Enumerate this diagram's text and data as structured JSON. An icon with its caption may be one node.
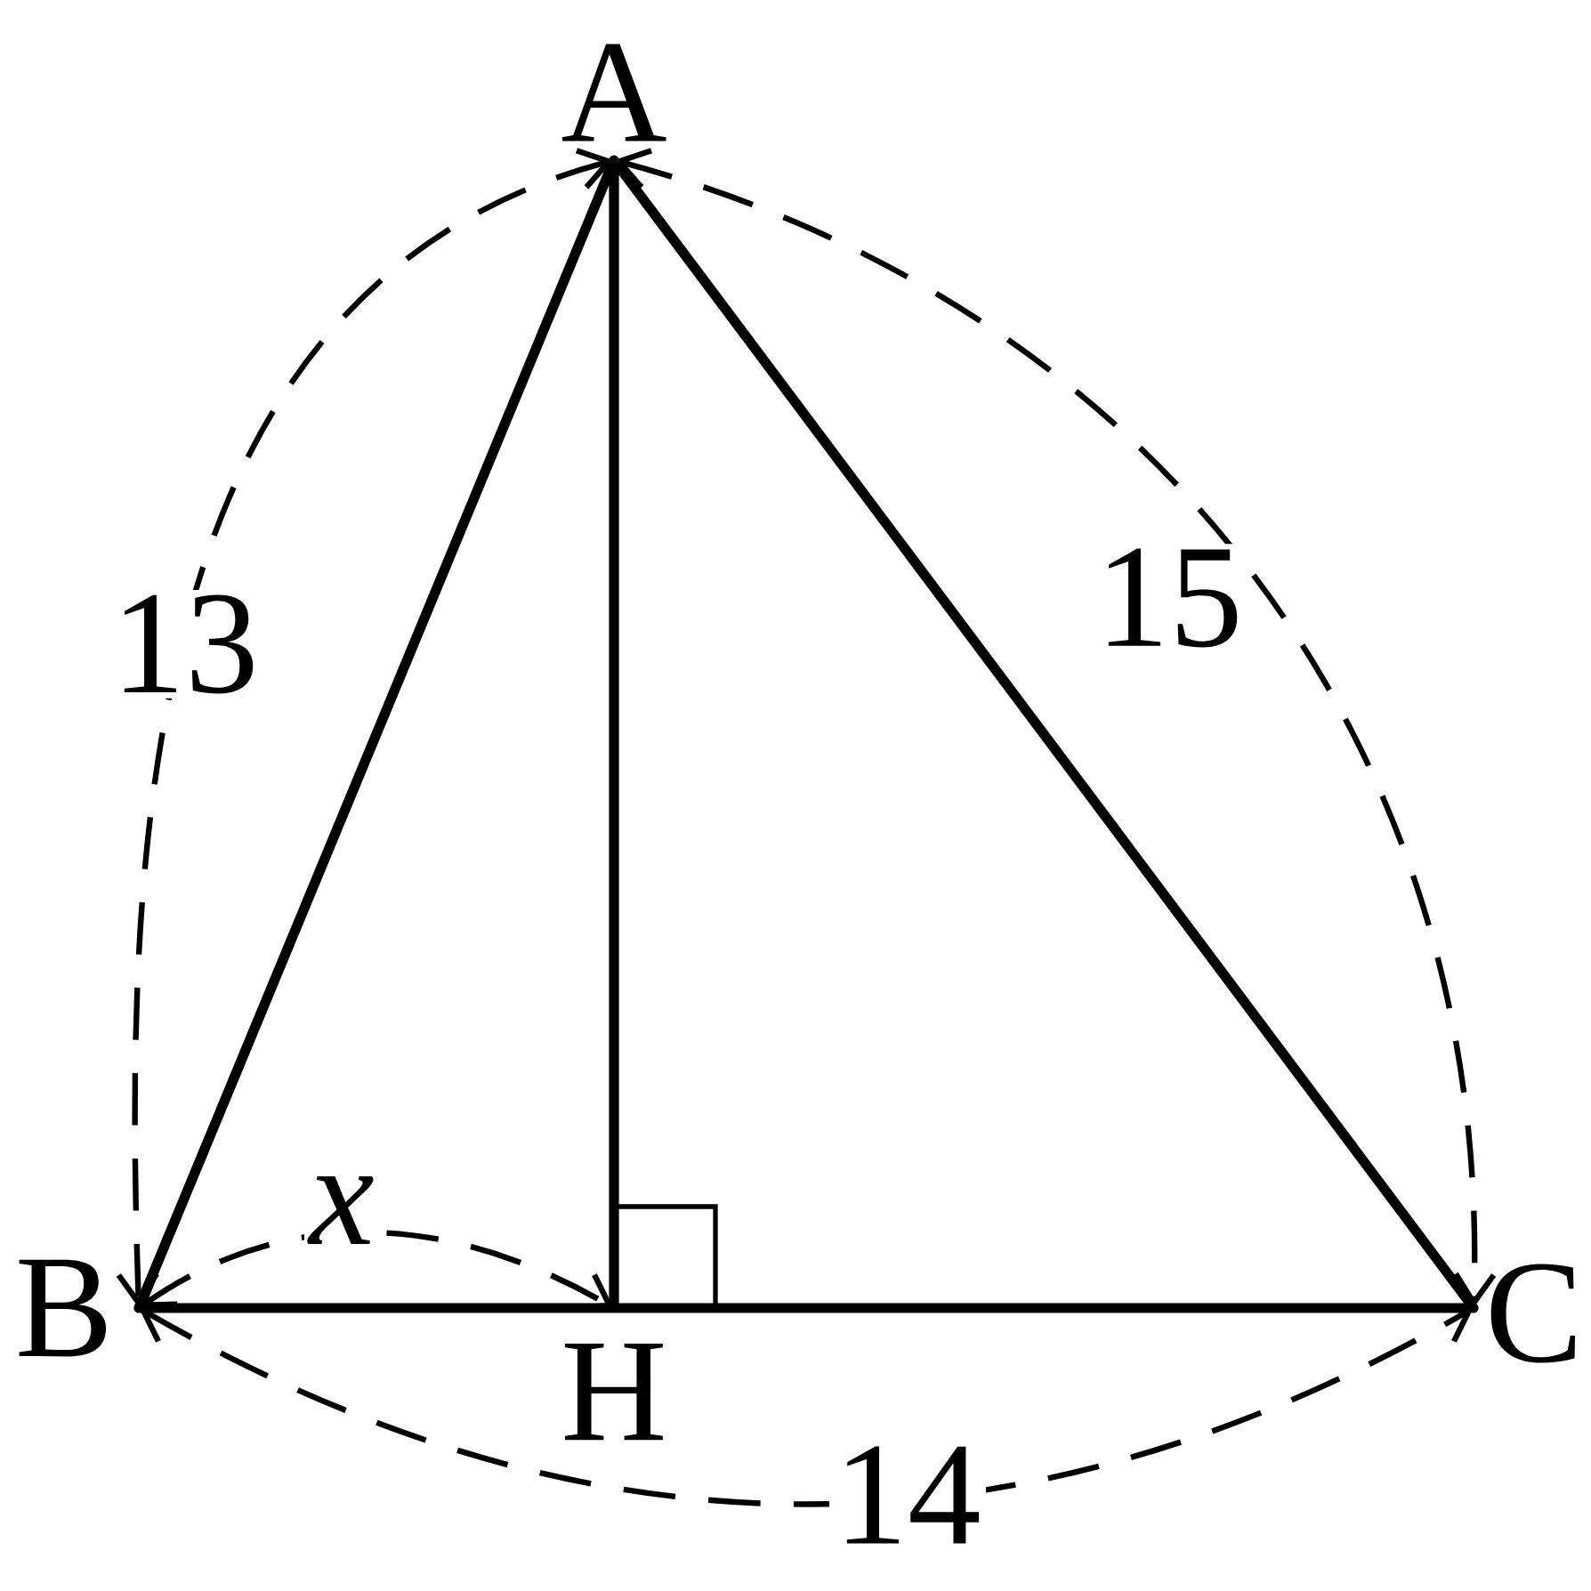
{
  "diagram": {
    "labels": [
      "A",
      "13",
      "15",
      "x",
      "B",
      "C",
      "H",
      "14"
    ]
  }
}
